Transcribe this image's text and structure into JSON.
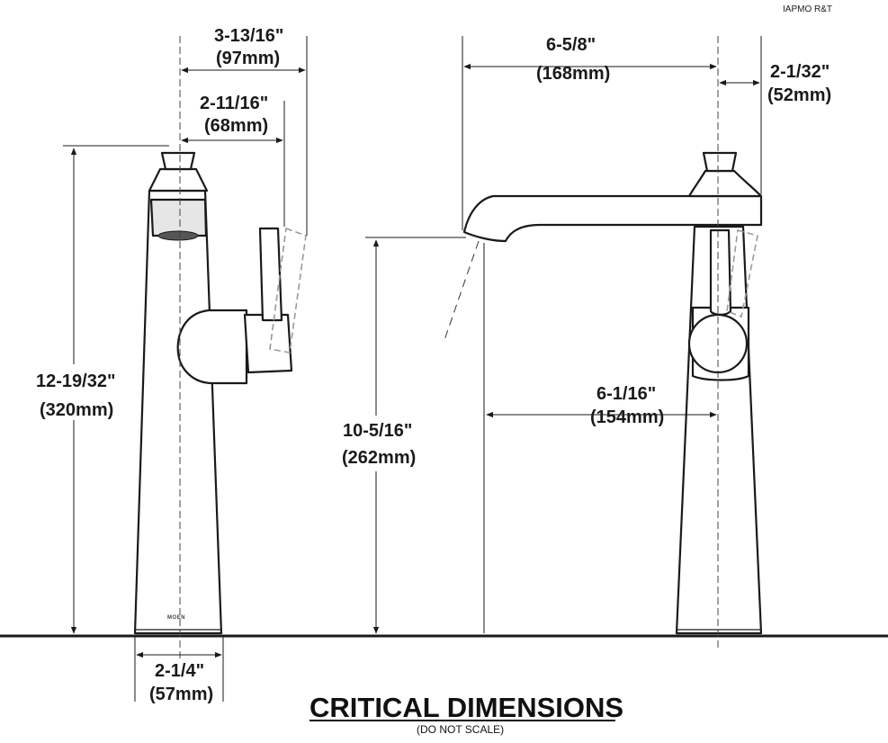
{
  "header": {
    "certification": "IAPMO R&T"
  },
  "title": {
    "main": "CRITICAL DIMENSIONS",
    "sub": "(DO NOT SCALE)"
  },
  "brand_mark": "MOEN",
  "dimensions": {
    "lever_reach": {
      "imperial": "3-13/16\"",
      "metric": "(97mm)"
    },
    "handle_reach": {
      "imperial": "2-11/16\"",
      "metric": "(68mm)"
    },
    "overall_height": {
      "imperial": "12-19/32\"",
      "metric": "(320mm)"
    },
    "base_diameter": {
      "imperial": "2-1/4\"",
      "metric": "(57mm)"
    },
    "spout_reach": {
      "imperial": "6-5/8\"",
      "metric": "(168mm)"
    },
    "rear_offset": {
      "imperial": "2-1/32\"",
      "metric": "(52mm)"
    },
    "spout_height": {
      "imperial": "10-5/16\"",
      "metric": "(262mm)"
    },
    "spout_center": {
      "imperial": "6-1/16\"",
      "metric": "(154mm)"
    }
  }
}
